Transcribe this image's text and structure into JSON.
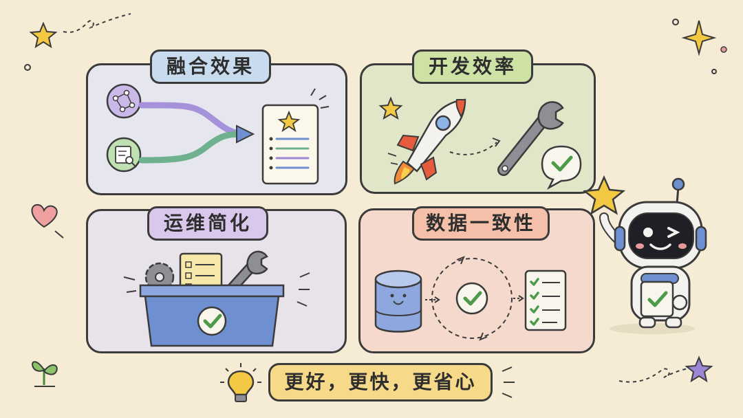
{
  "panels": [
    {
      "id": "fusion",
      "title": "融合效果",
      "color": "#c9dbef"
    },
    {
      "id": "dev",
      "title": "开发效率",
      "color": "#cfe2a6"
    },
    {
      "id": "ops",
      "title": "运维简化",
      "color": "#d9c8ec"
    },
    {
      "id": "consistency",
      "title": "数据一致性",
      "color": "#f4c0a9"
    }
  ],
  "slogan": "更好，更快，更省心",
  "colors": {
    "background": "#f6ecd6",
    "outline": "#3b3b3b",
    "star": "#f3c843",
    "accent_green": "#4c9a4a",
    "accent_purple": "#9c87d6",
    "accent_blue": "#6e8fd0"
  }
}
